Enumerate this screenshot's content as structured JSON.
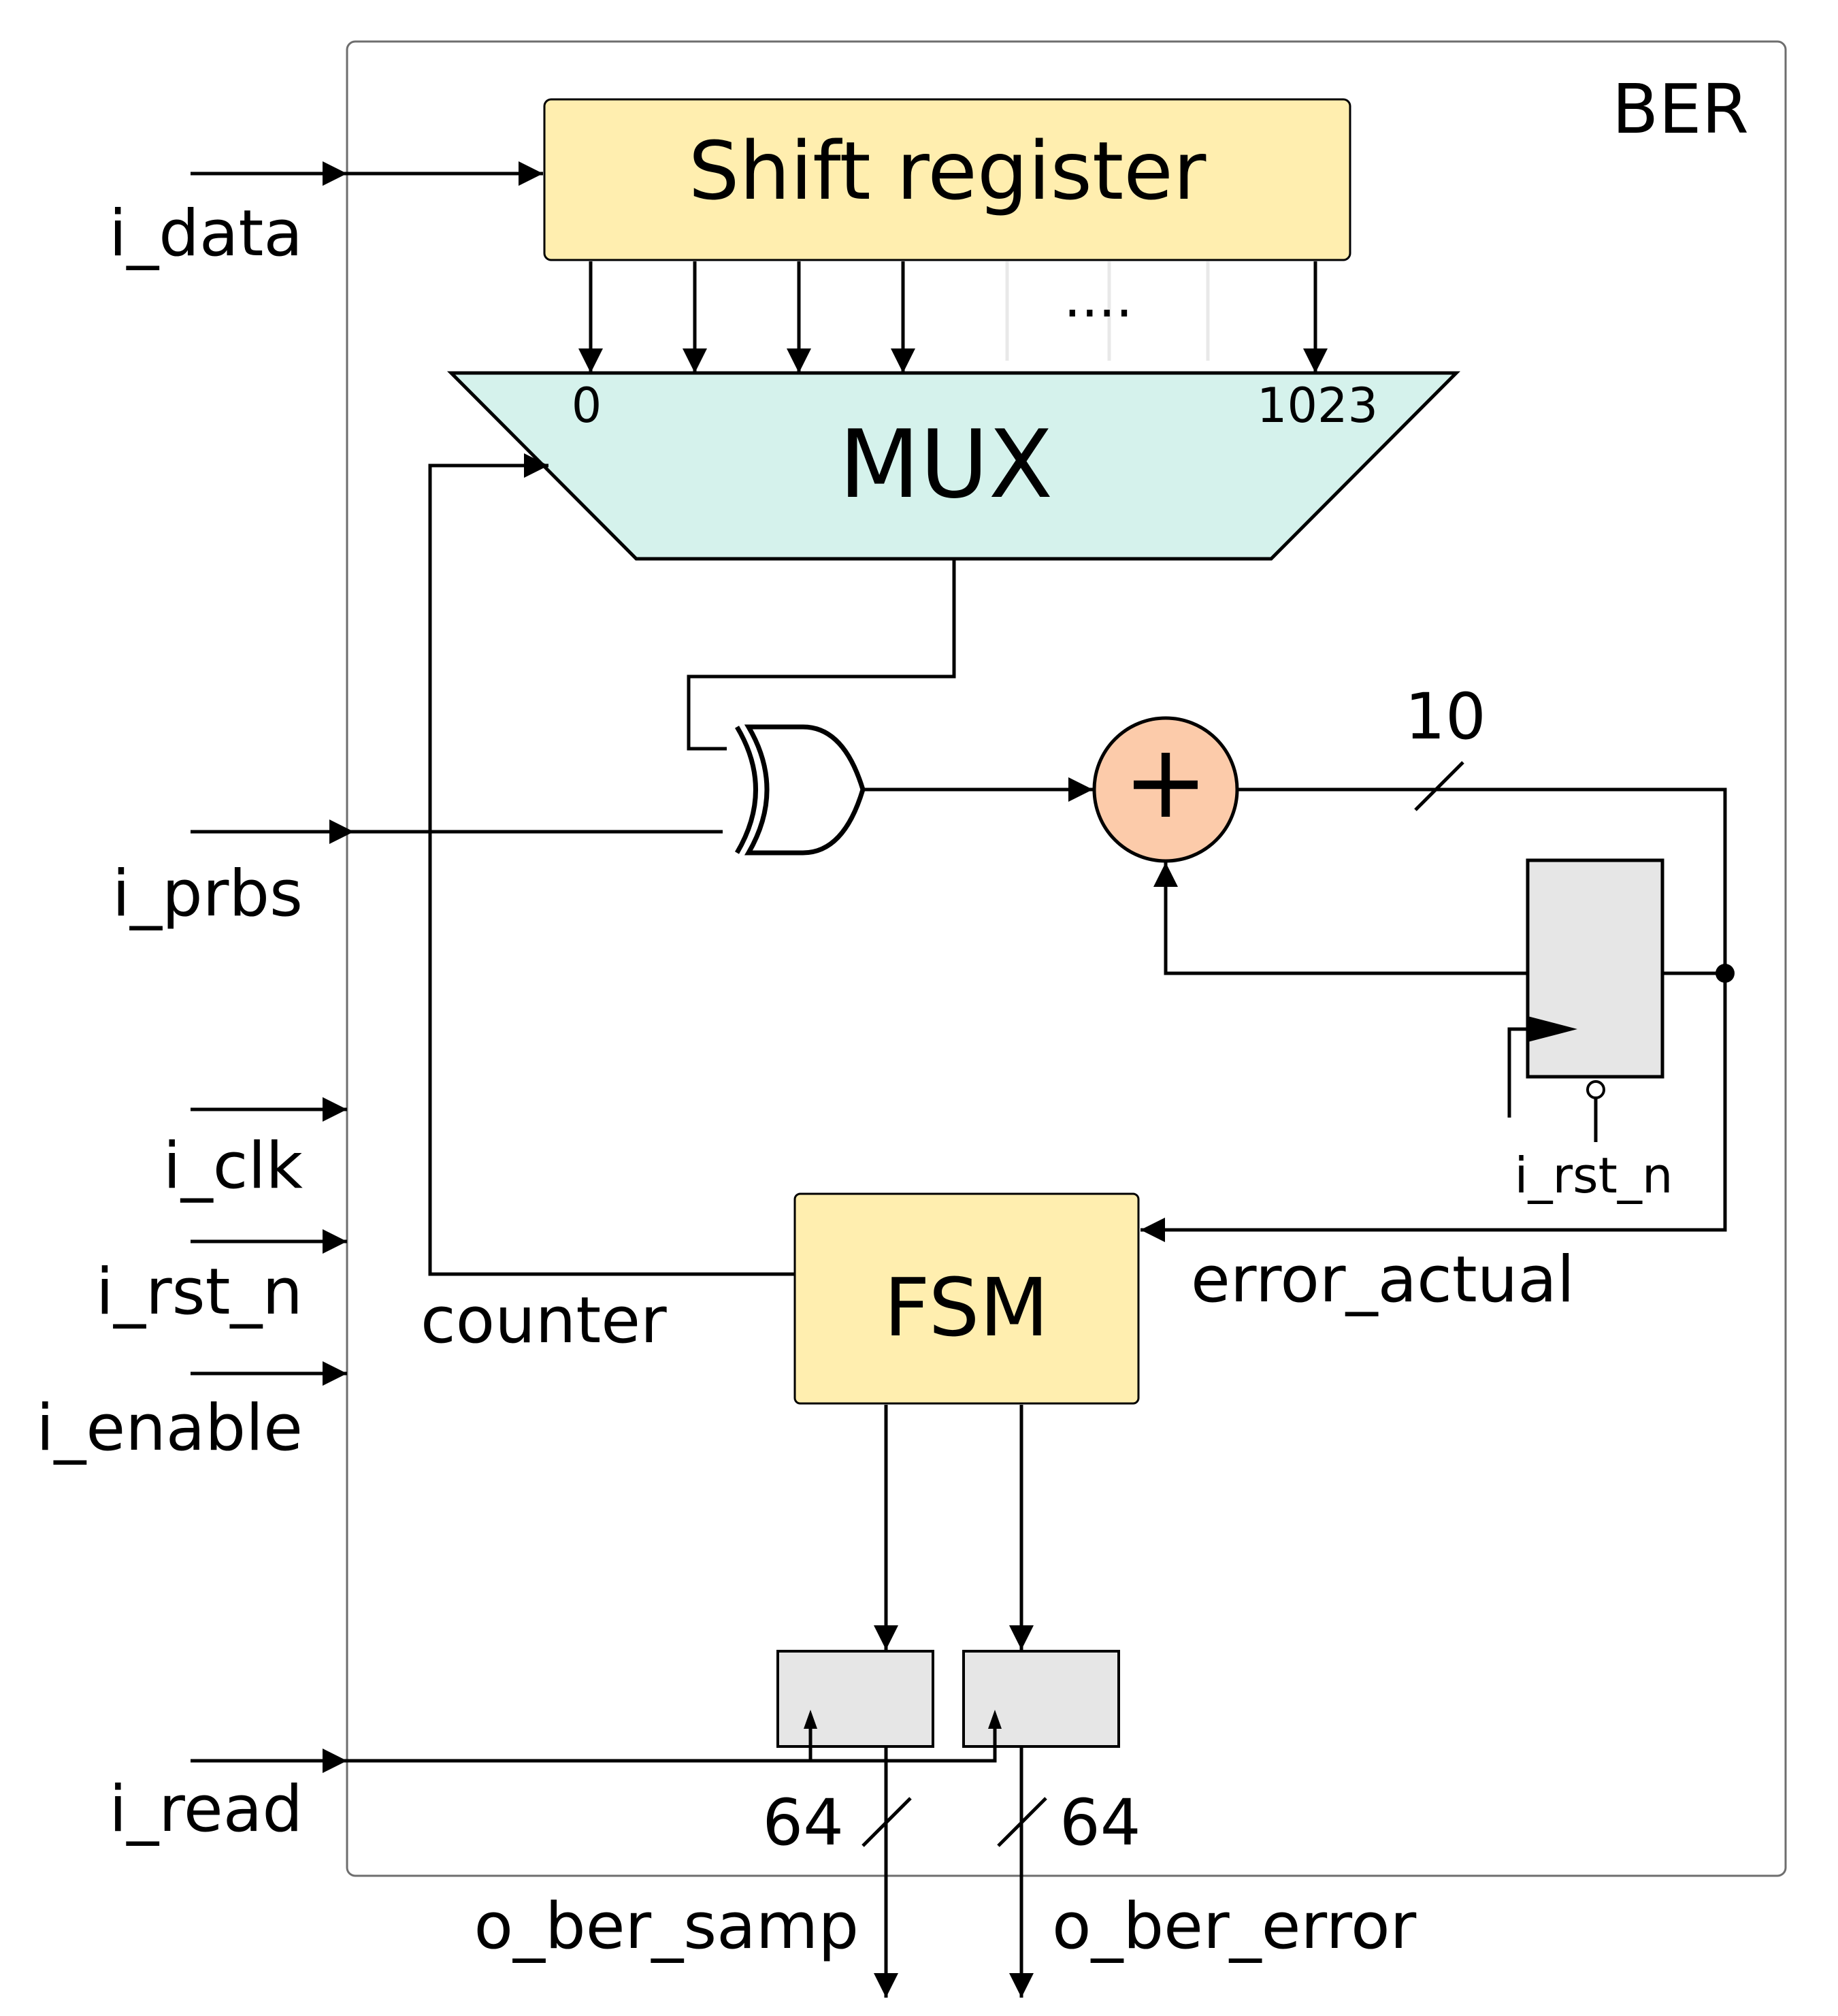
{
  "module": {
    "label": "BER"
  },
  "inputs": {
    "data": "i_data",
    "prbs": "i_prbs",
    "clk": "i_clk",
    "rst_n": "i_rst_n",
    "enable": "i_enable",
    "read": "i_read"
  },
  "blocks": {
    "shift_register": "Shift register",
    "mux": "MUX",
    "fsm": "FSM"
  },
  "mux_inputs": {
    "first": "0",
    "dots": "....",
    "last": "1023"
  },
  "adder": {
    "symbol": "+"
  },
  "widths": {
    "error_bus": "10",
    "samp_bus": "64",
    "error_out_bus": "64"
  },
  "signals": {
    "counter": "counter",
    "error_actual": "error_actual",
    "reg_reset": "i_rst_n"
  },
  "outputs": {
    "ber_samp": "o_ber_samp",
    "ber_error": "o_ber_error"
  },
  "colors": {
    "shift_register_fill": "#FFEEAF",
    "fsm_fill": "#FFEEAF",
    "mux_fill": "#D5F2EC",
    "adder_fill": "#FCCBAA",
    "register_fill": "#E6E6E6",
    "module_border": "#6E6E6E"
  }
}
